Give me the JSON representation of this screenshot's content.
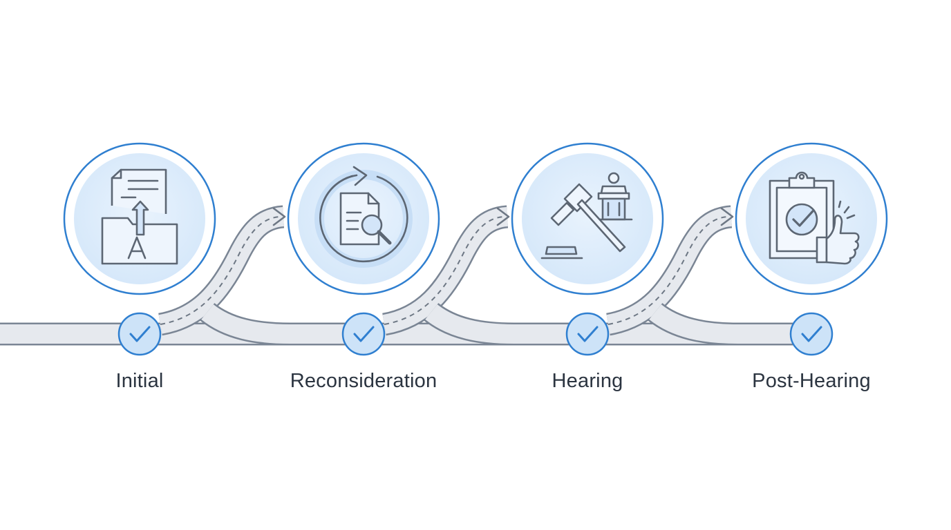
{
  "stages": [
    {
      "label": "Initial",
      "icon": "folder-upload-document-icon",
      "status": "complete"
    },
    {
      "label": "Reconsideration",
      "icon": "document-review-cycle-icon",
      "status": "complete"
    },
    {
      "label": "Hearing",
      "icon": "gavel-podium-icon",
      "status": "complete"
    },
    {
      "label": "Post-Hearing",
      "icon": "clipboard-thumbs-up-icon",
      "status": "complete"
    }
  ],
  "colors": {
    "accent_blue": "#2f7fd0",
    "circle_fill": "#ddeefc",
    "track_fill": "#e6e9ee",
    "track_edge": "#7a8594",
    "icon_stroke": "#5c6673",
    "label_text": "#2b3440"
  }
}
